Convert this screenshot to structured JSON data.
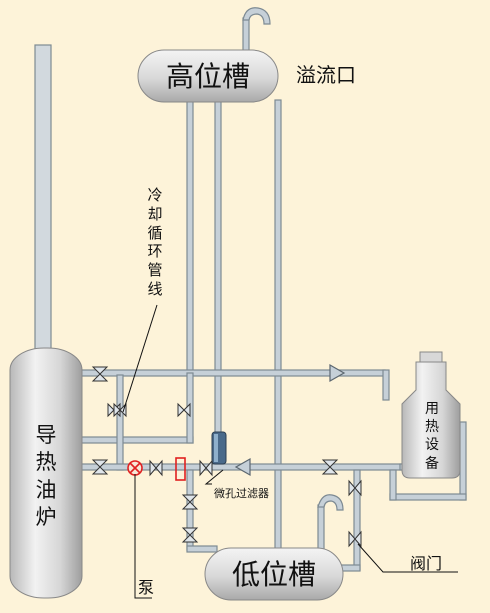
{
  "diagram": {
    "labels": {
      "high_tank": "高位槽",
      "overflow": "溢流口",
      "cooling_line": [
        "冷",
        "却",
        "循",
        "环",
        "管",
        "线"
      ],
      "furnace": [
        "导",
        "热",
        "油",
        "炉"
      ],
      "heat_user": [
        "用",
        "热",
        "设",
        "备"
      ],
      "micro_filter": "微孔过滤器",
      "low_tank": "低位槽",
      "valve": "阀门",
      "pump": "泵"
    },
    "colors": {
      "background": "#fdf3d9",
      "pipe_outline": "#7d8a93",
      "pipe_fill": "#c6d0d8",
      "vessel_fill": "#cfcfcf",
      "pump_red": "#e02020",
      "filter_body": "#4a6a8a"
    }
  }
}
